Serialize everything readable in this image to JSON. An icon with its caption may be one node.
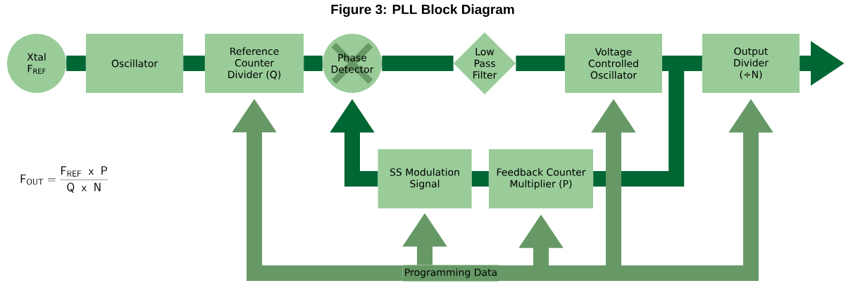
{
  "diagram": {
    "title": "Figure 3: PLL Block Diagram",
    "nodes": [
      {
        "text": [
          "Xtal F$_{REF}$"
        ]
      },
      {
        "text": [
          "Oscillator"
        ]
      },
      {
        "text": [
          "Reference Counter Divider (Q)"
        ]
      },
      {
        "text": [
          "Phase Detector"
        ]
      },
      {
        "text": [
          "Low Pass Filter"
        ]
      },
      {
        "text": [
          "Voltage Controlled Oscillator"
        ]
      },
      {
        "text": [
          "Output Divider (÷N)"
        ]
      },
      {
        "text": [
          "SS Modulation Signal"
        ]
      },
      {
        "text": [
          "Feedback Counter Multiplier (P)"
        ]
      },
      {
        "text": [
          "Programming Data"
        ]
      }
    ],
    "edges": [
      {
        "from": 0,
        "to": 1,
        "arrow": "none"
      },
      {
        "from": 1,
        "to": 2,
        "arrow": "none"
      },
      {
        "from": 2,
        "to": 3,
        "arrow": "none"
      },
      {
        "from": 3,
        "to": 4,
        "arrow": "none"
      },
      {
        "from": 4,
        "to": 5,
        "arrow": "none"
      },
      {
        "from": 5,
        "to": 6,
        "arrow": "none"
      },
      {
        "from": 6,
        "to": null,
        "arrow": "to"
      },
      {
        "from": 5,
        "to": 8,
        "arrow": "none"
      },
      {
        "from": 8,
        "to": 7,
        "arrow": "none"
      },
      {
        "from": 7,
        "to": 3,
        "arrow": "to"
      },
      {
        "from": 9,
        "to": 2,
        "arrow": "to",
        "color": "#669966"
      },
      {
        "from": 9,
        "to": 7,
        "arrow": "to",
        "color": "#669966"
      },
      {
        "from": 9,
        "to": 8,
        "arrow": "to",
        "color": "#669966"
      },
      {
        "from": 9,
        "to": 5,
        "arrow": "to",
        "color": "#669966"
      },
      {
        "from": 9,
        "to": 6,
        "arrow": "to",
        "color": "#669966"
      }
    ],
    "labels": [
      "\\mathsf{F_{OUT}} = \\frac{\\mathsf{F_{REF}\\;\\;x\\;\\;P}}{\\mathsf{Q\\;\\;x\\;\\;N}}"
    ]
  }
}
